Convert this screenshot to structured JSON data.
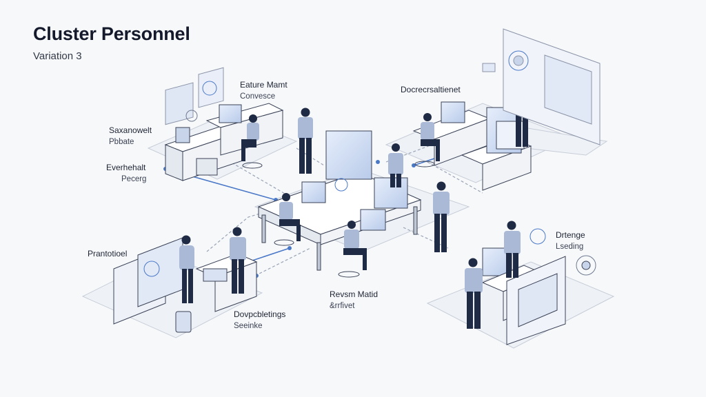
{
  "header": {
    "title": "Cluster Personnel",
    "subtitle": "Variation 3"
  },
  "labels": {
    "top_center": {
      "line1": "Eature Mamt",
      "line2": "Convesce"
    },
    "top_right": {
      "line1": "Docrecrsaltienet"
    },
    "left_upper": {
      "line1": "Saxanowelt",
      "line2": "Pbbate"
    },
    "left_middle": {
      "line1": "Everhehalt",
      "line2": "Pecerg"
    },
    "left_lower": {
      "line1": "Prantotioel"
    },
    "bottom_center": {
      "line1": "Revsm Matid",
      "line2": "&rrfivet"
    },
    "bottom_left": {
      "line1": "Dovpcbletings",
      "line2": "Seeinke"
    },
    "right_lower": {
      "line1": "Drtenge",
      "line2": "Lseding"
    }
  },
  "colors": {
    "line": "#9aa3b5",
    "accent": "#4a78c8",
    "suit": "#1f2a44",
    "shirt": "#a9b9d6",
    "screen": "#cfdcf2"
  }
}
